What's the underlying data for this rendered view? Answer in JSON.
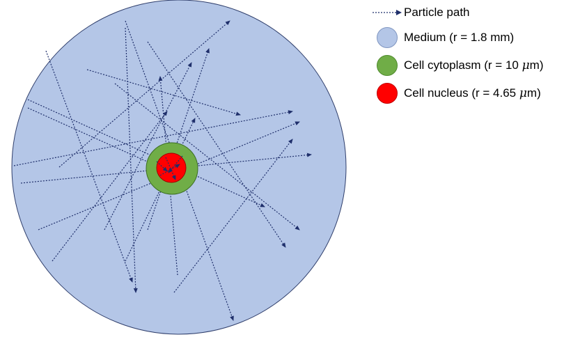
{
  "colors": {
    "medium": "#b4c6e7",
    "medium_border": "#2f3e6b",
    "cytoplasm": "#70ad47",
    "cytoplasm_border": "#3b6e22",
    "nucleus": "#ff0000",
    "nucleus_border": "#a00000",
    "path": "#1f2f6b"
  },
  "legend": [
    {
      "key": "path",
      "label": "Particle path"
    },
    {
      "key": "medium",
      "label": "Medium (r = 1.8 mm)"
    },
    {
      "key": "cytoplasm",
      "label": "Cell cytoplasm (r = 10 μm)"
    },
    {
      "key": "nucleus",
      "label": "Cell nucleus (r = 4.65 μm)"
    }
  ]
}
